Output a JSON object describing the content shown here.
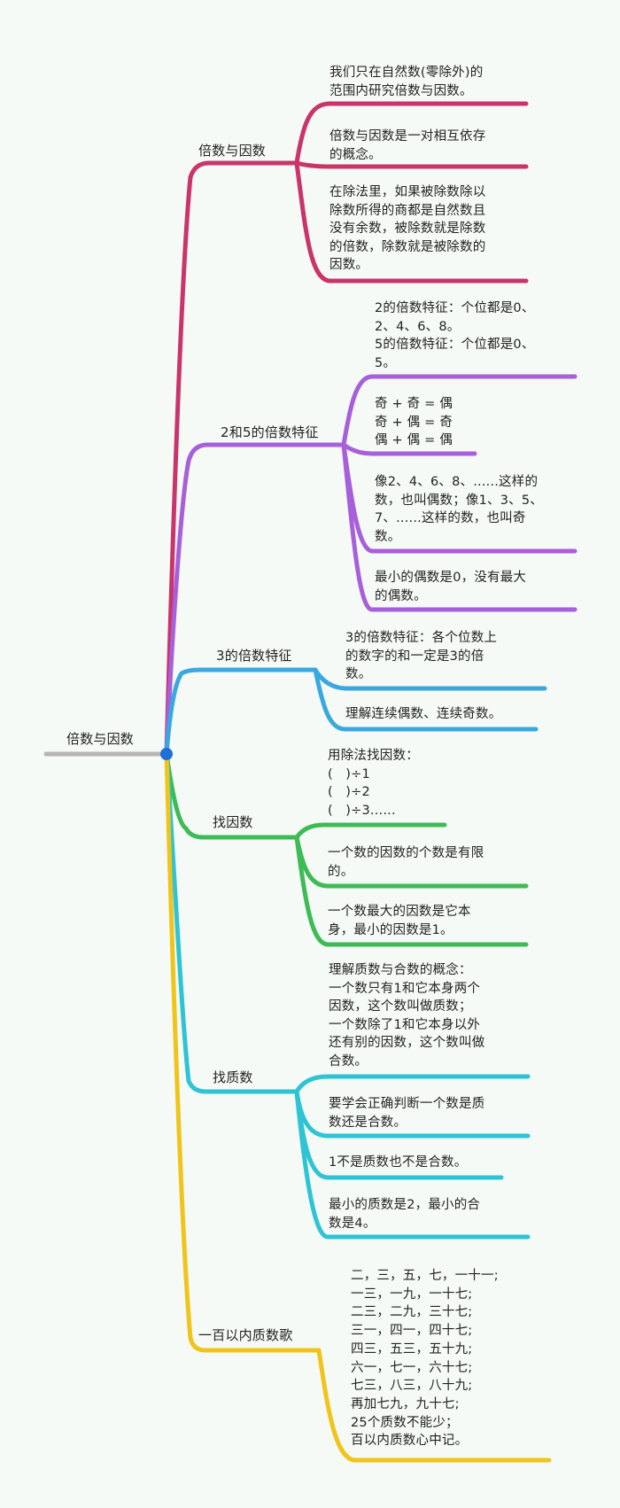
{
  "root": {
    "label": "倍数与因数",
    "line_color": "#b5b5b5",
    "dot_color": "#1e6fd9"
  },
  "branches": [
    {
      "label": "倍数与因数",
      "color": "#c9356a",
      "items": [
        "我们只在自然数(零除外)的\n范围内研究倍数与因数。",
        "倍数与因数是一对相互依存\n的概念。",
        "在除法里，如果被除数除以\n除数所得的商都是自然数且\n没有余数，被除数就是除数\n的倍数，除数就是被除数的\n因数。"
      ]
    },
    {
      "label": "2和5的倍数特征",
      "color": "#a85fdc",
      "items": [
        "2的倍数特征：个位都是0、\n2、4、6、8。\n5的倍数特征：个位都是0、\n5。",
        "奇 + 奇 = 偶\n奇 + 偶 = 奇\n偶 + 偶 = 偶",
        "像2、4、6、8、......这样的\n数，也叫偶数；像1、3、5、\n7、......这样的数，也叫奇\n数。",
        "最小的偶数是0，没有最大\n的偶数。"
      ]
    },
    {
      "label": "3的倍数特征",
      "color": "#3aa8e0",
      "items": [
        "3的倍数特征：各个位数上\n的数字的和一定是3的倍\n数。",
        "理解连续偶数、连续奇数。"
      ]
    },
    {
      "label": "找因数",
      "color": "#3dbb55",
      "items": [
        "用除法找因数：\n(   )÷1\n(   )÷2\n(   )÷3......",
        "一个数的因数的个数是有限\n的。",
        "一个数最大的因数是它本\n身，最小的因数是1。"
      ]
    },
    {
      "label": "找质数",
      "color": "#2ec4d4",
      "items": [
        "理解质数与合数的概念：\n一个数只有1和它本身两个\n因数，这个数叫做质数；\n一个数除了1和它本身以外\n还有别的因数，这个数叫做\n合数。",
        "要学会正确判断一个数是质\n数还是合数。",
        "1不是质数也不是合数。",
        "最小的质数是2，最小的合\n数是4。"
      ]
    },
    {
      "label": "一百以内质数歌",
      "color": "#f0c419",
      "items": [
        "二，三，五，七，一十一;\n一三，一九，一十七;\n二三，二九，三十七;\n三一，四一，四十七;\n四三，五三，五十九;\n六一，七一，六十七;\n七三，八三，八十九;\n再加七九，九十七;\n25个质数不能少；\n百以内质数心中记。"
      ]
    }
  ]
}
